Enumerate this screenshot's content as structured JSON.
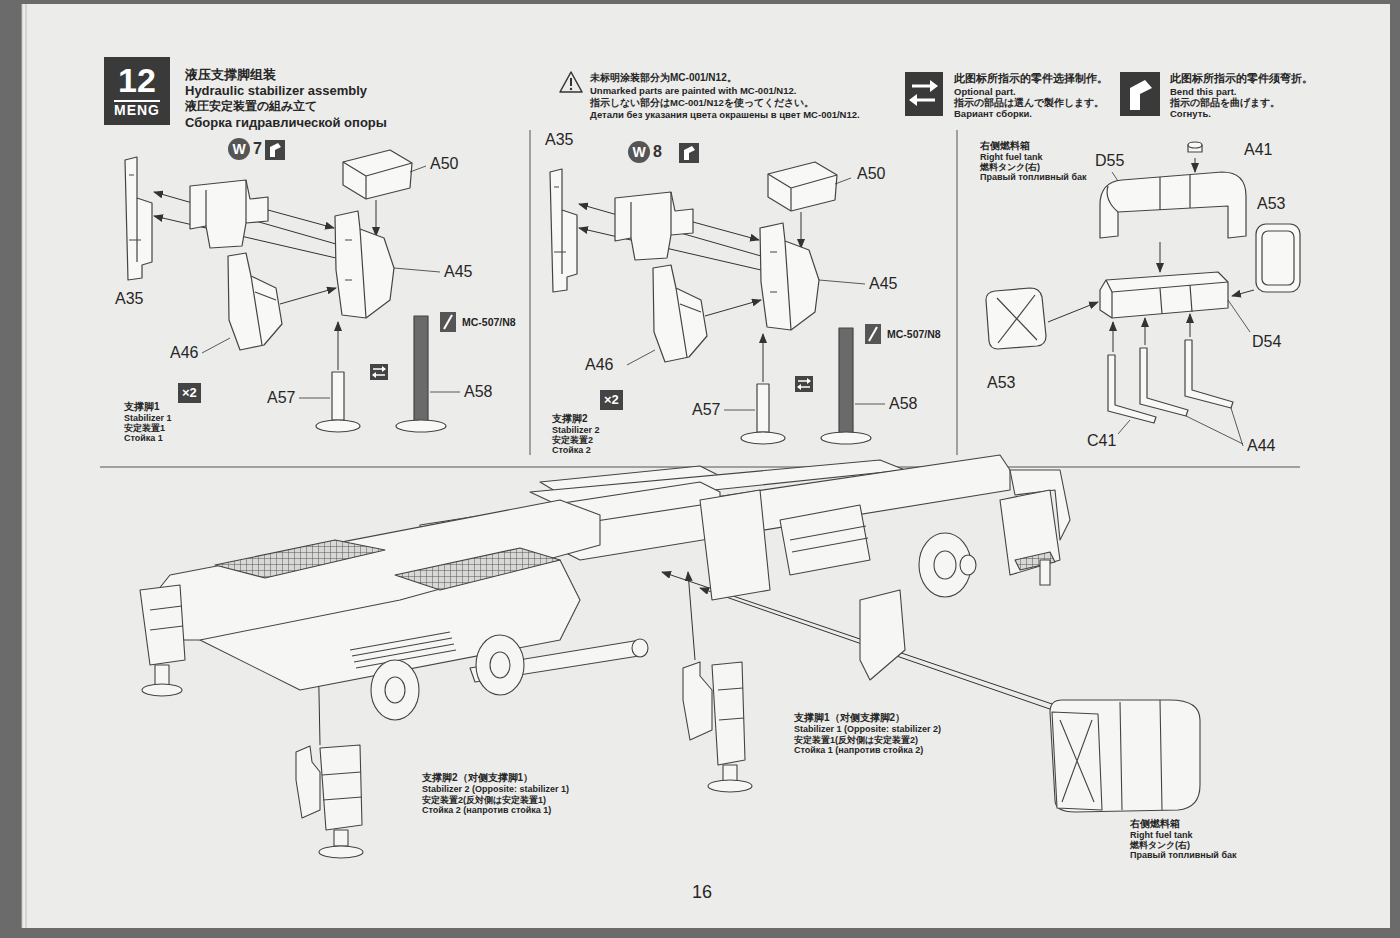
{
  "diagram": {
    "title": "Hydraulic stabilizer assembly",
    "nodes": [
      {
        "text": [
          "12",
          "MENG"
        ]
      },
      {
        "text": [
          "W",
          "7"
        ]
      },
      {
        "text": [
          "×2"
        ]
      },
      {
        "text": [
          "W",
          "8"
        ]
      },
      {
        "text": [
          "×2"
        ]
      }
    ],
    "labels": [
      "液压支撑脚组装",
      "液圧安定装置の組み立て",
      "Сборка гидравлической опоры",
      "未标明涂装部分为MC-001/N12。",
      "Unmarked parts are painted with MC-001/N12.",
      "指示しない部分はMC-001/N12を使ってください。",
      "Детали без указания цвета окрашены в цвет MC-001/N12.",
      "此图标所指示的零件选择制作。",
      "Optional part.",
      "指示の部品は選んで製作します。",
      "Вариант сборки.",
      "此图标所指示的零件须弯折。",
      "Bend this part.",
      "指示の部品を曲げます。",
      "Согнуть.",
      "A50",
      "A35",
      "A45",
      "A46",
      "A57",
      "MC-507/N8",
      "A58",
      "支撑脚1",
      "Stabilizer 1",
      "安定装置1",
      "Стойка 1",
      "A35",
      "A50",
      "A45",
      "A46",
      "MC-507/N8",
      "A57",
      "A58",
      "支撑脚2",
      "Stabilizer 2",
      "安定装置2",
      "Стойка 2",
      "右侧燃料箱",
      "Right fuel tank",
      "燃料タンク(右)",
      "Правый топливный бак",
      "D55",
      "A41",
      "A53",
      "D54",
      "A53",
      "C41",
      "A44",
      "支撑脚1（对侧支撑脚2）",
      "Stabilizer 1 (Opposite: stabilizer 2)",
      "安定装置1(反対側は安定装置2)",
      "Стойка 1 (напротив стойка 2)",
      "支撑脚2（对侧支撑脚1）",
      "Stabilizer 2 (Opposite: stabilizer 1)",
      "安定装置2(反対側は安定装置1)",
      "Стойка 2 (напротив стойка 1)",
      "右侧燃料箱",
      "Right fuel tank",
      "燃料タンク(右)",
      "Правый топливный бак",
      "16"
    ]
  }
}
